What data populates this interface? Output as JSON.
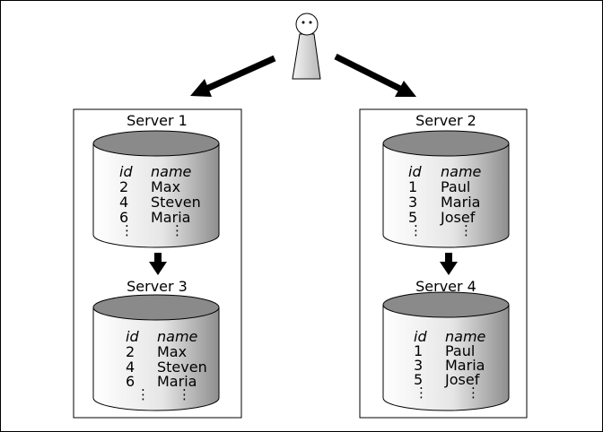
{
  "diagram": {
    "servers": [
      {
        "id": "server1",
        "title": "Server 1",
        "headers": {
          "id": "id",
          "name": "name"
        },
        "rows": [
          {
            "id": "2",
            "name": "Max"
          },
          {
            "id": "4",
            "name": "Steven"
          },
          {
            "id": "6",
            "name": "Maria"
          }
        ],
        "ellipsis": "⋮"
      },
      {
        "id": "server2",
        "title": "Server 2",
        "headers": {
          "id": "id",
          "name": "name"
        },
        "rows": [
          {
            "id": "1",
            "name": "Paul"
          },
          {
            "id": "3",
            "name": "Maria"
          },
          {
            "id": "5",
            "name": "Josef"
          }
        ],
        "ellipsis": "⋮"
      },
      {
        "id": "server3",
        "title": "Server 3",
        "headers": {
          "id": "id",
          "name": "name"
        },
        "rows": [
          {
            "id": "2",
            "name": "Max"
          },
          {
            "id": "4",
            "name": "Steven"
          },
          {
            "id": "6",
            "name": "Maria"
          }
        ],
        "ellipsis": "⋮"
      },
      {
        "id": "server4",
        "title": "Server 4",
        "headers": {
          "id": "id",
          "name": "name"
        },
        "rows": [
          {
            "id": "1",
            "name": "Paul"
          },
          {
            "id": "3",
            "name": "Maria"
          },
          {
            "id": "5",
            "name": "Josef"
          }
        ],
        "ellipsis": "⋮"
      }
    ],
    "colors": {
      "cylinder_top": "#8a8a8a",
      "cylinder_body_light": "#ffffff",
      "cylinder_body_dark": "#9a9a9a",
      "stroke": "#000000",
      "user_body": "#d6d6d6"
    },
    "icons": {
      "user": "user-figure-icon",
      "arrow_left": "arrow-down-left-icon",
      "arrow_right": "arrow-down-right-icon",
      "arrow_down": "arrow-down-icon"
    }
  }
}
